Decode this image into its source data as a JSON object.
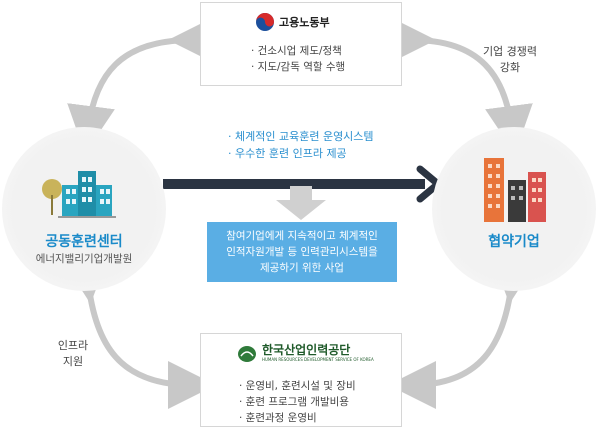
{
  "top_box": {
    "logo_text": "고용노동부",
    "bullets": [
      "· 건소시업 제도/정책",
      "· 지도/감독 역할 수행"
    ]
  },
  "bottom_box": {
    "logo_text": "한국산업인력공단",
    "logo_subtext": "HUMAN RESOURCES DEVELOPMENT SERVICE OF KOREA",
    "bullets": [
      "· 운영비, 훈련시설 및 장비",
      "· 훈련 프로그램 개발비용",
      "· 훈련과정 운영비"
    ]
  },
  "left_circle": {
    "title": "공동훈련센터",
    "subtitle": "에너지밸리기업개발원"
  },
  "right_circle": {
    "title": "협약기업"
  },
  "labels": {
    "top_right": [
      "기업 경쟁력",
      "강화"
    ],
    "bottom_left": [
      "인프라",
      "지원"
    ]
  },
  "center": {
    "points": [
      "· 체계적인 교육훈련 운영시스템",
      "· 우수한 훈련 인프라 제공"
    ],
    "callout": [
      "참여기업에게 지속적이고 체계적인",
      "인적자원개발 등 인력관리시스템을",
      "제공하기 위한 사업"
    ]
  },
  "colors": {
    "accent_blue": "#1a8ac9",
    "callout_bg": "#5aaee4",
    "arrow_dark": "#2b3442",
    "arrow_gray": "#c8c8c8"
  }
}
